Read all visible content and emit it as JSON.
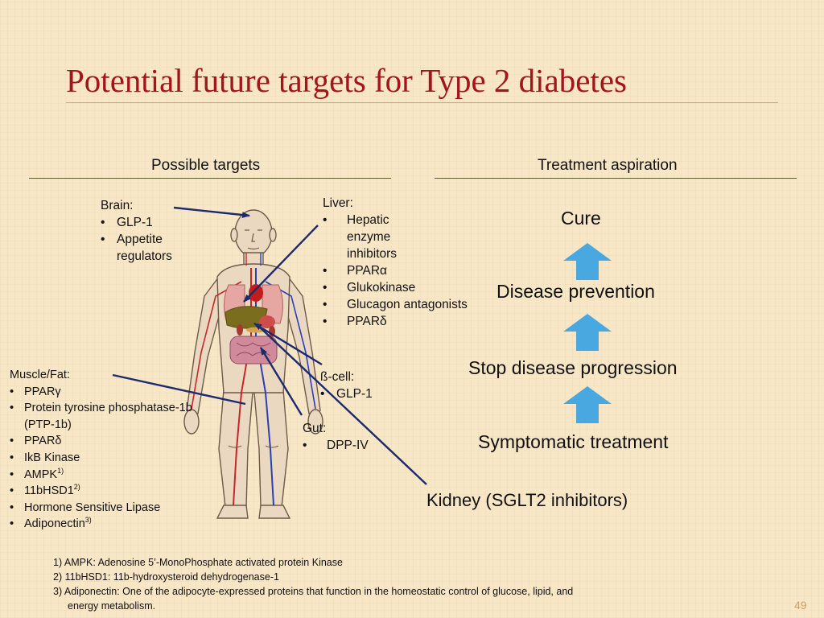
{
  "slide": {
    "title": "Potential future targets for Type 2 diabetes",
    "page_number": "49"
  },
  "headers": {
    "left": "Possible targets",
    "right": "Treatment aspiration"
  },
  "brain": {
    "label": "Brain:",
    "items": [
      "GLP-1",
      "Appetite"
    ],
    "continuation": "regulators"
  },
  "liver": {
    "label": "Liver:",
    "item1": "Hepatic",
    "item1_cont1": "enzyme",
    "item1_cont2": "inhibitors",
    "items": [
      "PPARα",
      "Glukokinase",
      "Glucagon antagonists",
      "PPARδ"
    ]
  },
  "muscle_fat": {
    "label": "Muscle/Fat:",
    "item1": "PPARγ",
    "item2": "Protein tyrosine phosphatase-1b",
    "item2_cont": "(PTP-1b)",
    "item3": "PPARδ",
    "item4": "IkB Kinase",
    "item5": "AMPK",
    "item5_sup": "1)",
    "item6": "11bHSD1",
    "item6_sup": "2)",
    "item7": "Hormone Sensitive Lipase",
    "item8": "Adiponectin",
    "item8_sup": "3)"
  },
  "beta_cell": {
    "label": "ß-cell:",
    "items": [
      "GLP-1"
    ]
  },
  "gut": {
    "label": "Gut:",
    "items": [
      "DPP-IV"
    ]
  },
  "kidney": {
    "label": "Kidney (SGLT2 inhibitors)"
  },
  "aspiration": {
    "stages": [
      "Cure",
      "Disease prevention",
      "Stop disease progression",
      "Symptomatic treatment"
    ]
  },
  "footnotes": {
    "f1": "1) AMPK: Adenosine 5’-MonoPhosphate activated protein Kinase",
    "f2": "2) 11bHSD1: 11b-hydroxysteroid dehydrogenase-1",
    "f3": "3) Adiponectin: One of the adipocyte-expressed proteins that function in the homeostatic control of glucose, lipid, and",
    "f3_cont": "energy metabolism."
  },
  "colors": {
    "title": "#a3141b",
    "arrow": "#4aa8e0",
    "pointer_line": "#1c2a6e",
    "background": "#f8e7c7"
  }
}
